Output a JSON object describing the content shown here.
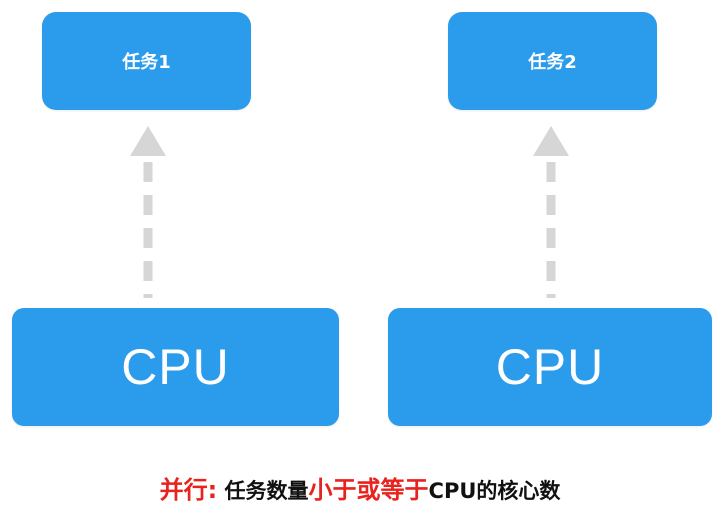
{
  "tasks": [
    {
      "label": "任务1"
    },
    {
      "label": "任务2"
    }
  ],
  "cpus": [
    {
      "label": "CPU"
    },
    {
      "label": "CPU"
    }
  ],
  "caption": {
    "term": "并行:",
    "part1": " 任务数量",
    "emphasis": "小于或等于",
    "part2": "CPU的核心数"
  },
  "colors": {
    "box": "#2b9bec",
    "arrow": "#d6d6d6",
    "emphasis": "#e8231e"
  }
}
